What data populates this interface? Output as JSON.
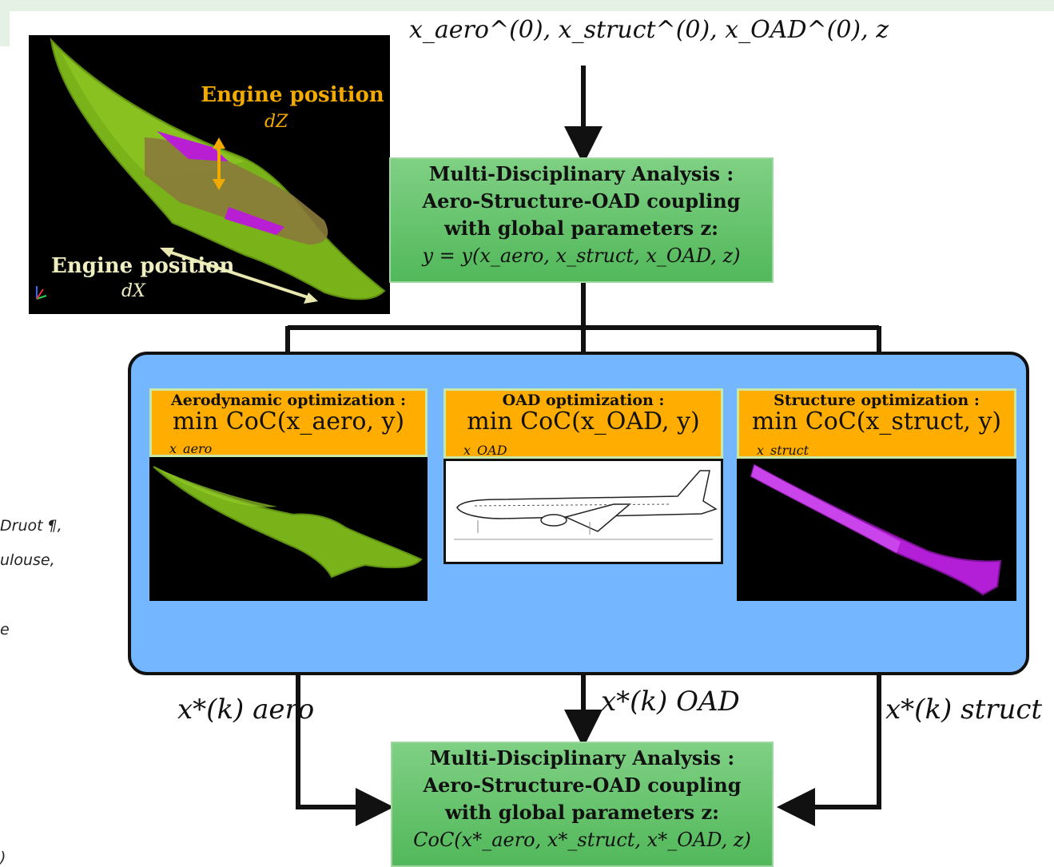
{
  "inputs_label": "x_aero^(0), x_struct^(0), x_OAD^(0), z",
  "engine_image": {
    "top_label": "Engine position",
    "top_var": "dZ",
    "bottom_label": "Engine position",
    "bottom_var": "dX"
  },
  "mda_top": {
    "line1": "Multi-Disciplinary Analysis :",
    "line2": "Aero-Structure-OAD coupling",
    "line3": "with global parameters z:",
    "line4": "y = y(x_aero, x_struct, x_OAD, z)"
  },
  "optimizations": [
    {
      "title": "Aerodynamic optimization :",
      "expr": "min CoC(x_aero, y)",
      "sub": "x_aero"
    },
    {
      "title": "OAD optimization :",
      "expr": "min CoC(x_OAD, y)",
      "sub": "x_OAD"
    },
    {
      "title": "Structure optimization :",
      "expr": "min CoC(x_struct, y)",
      "sub": "x_struct"
    }
  ],
  "outputs": {
    "aero": "x*(k) aero",
    "oad": "x*(k) OAD",
    "struct": "x*(k) struct"
  },
  "mda_bottom": {
    "line1": "Multi-Disciplinary Analysis :",
    "line2": "Aero-Structure-OAD coupling",
    "line3": "with global parameters z:",
    "line4": "CoC(x*_aero, x*_struct, x*_OAD, z)"
  },
  "side_text": [
    "Druot ¶,",
    "ulouse,",
    "e",
    ")"
  ],
  "colors": {
    "mda_green": "#52b85a",
    "panel_blue": "#74b6ff",
    "opt_orange": "#ffad00",
    "wing_green": "#7ab319",
    "structure_magenta": "#b31fd6",
    "engine_label": "#f2a900"
  }
}
